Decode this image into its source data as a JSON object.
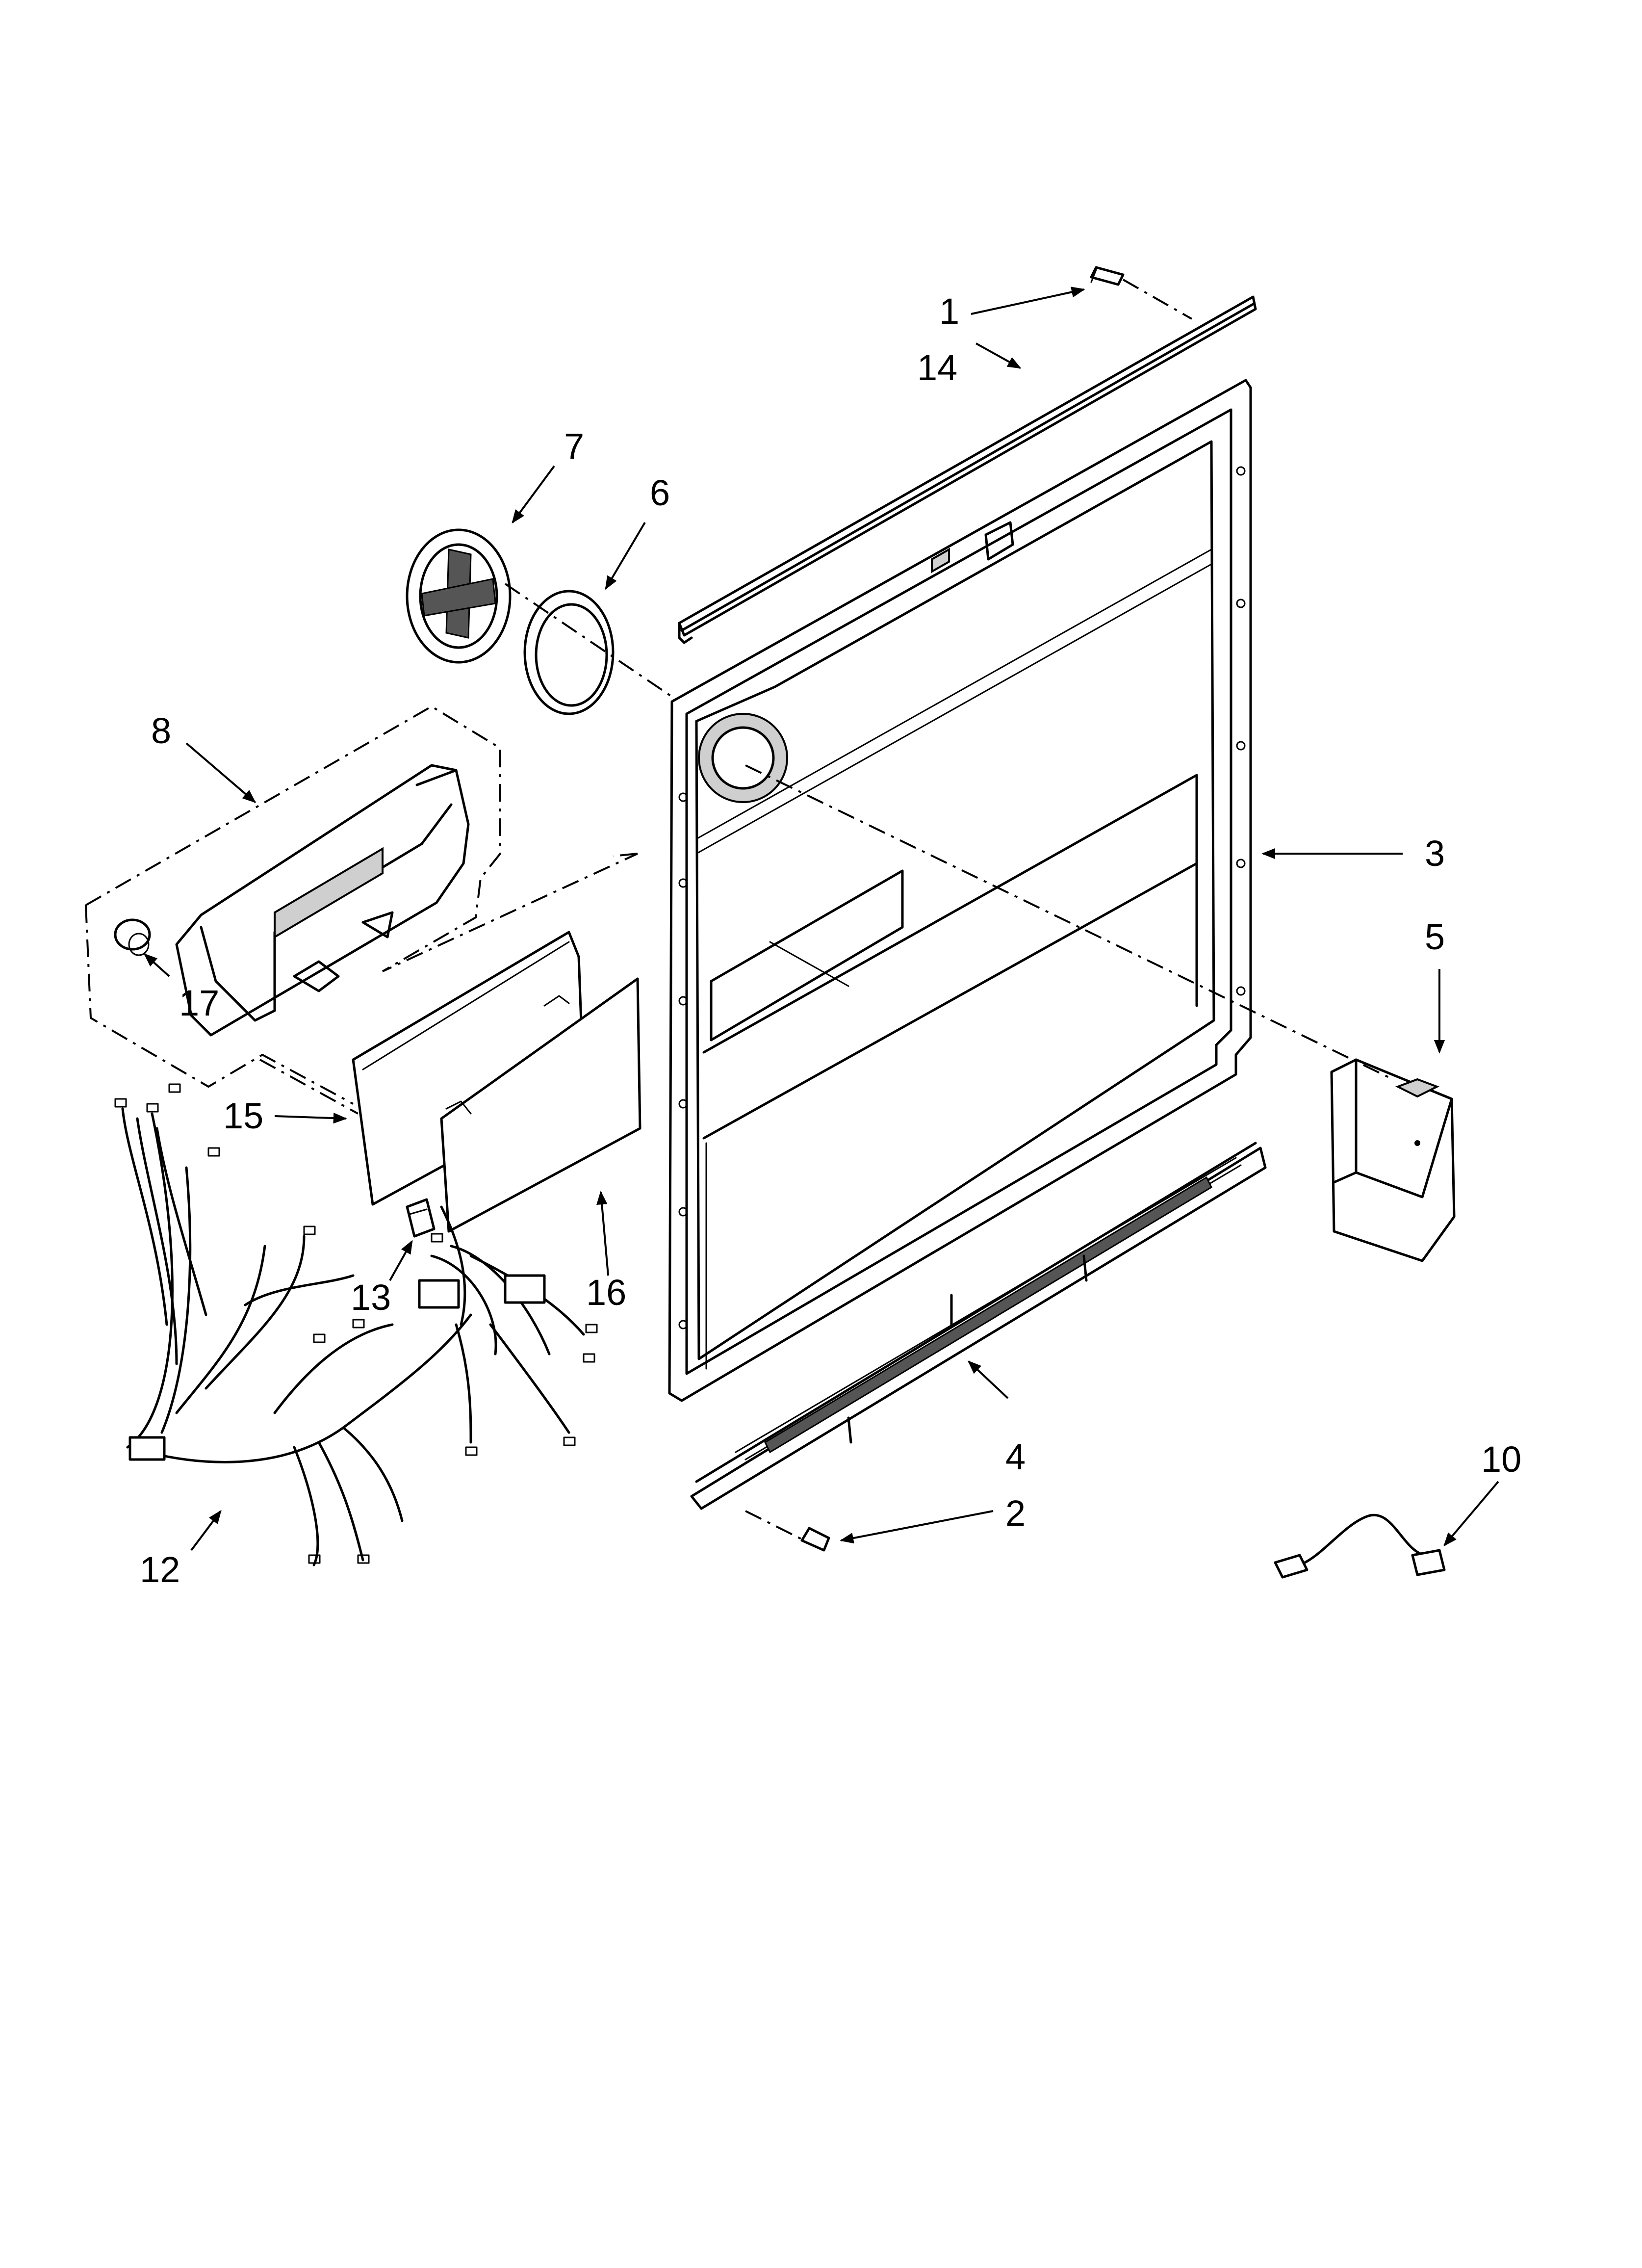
{
  "diagram": {
    "callouts": [
      {
        "id": "1",
        "label": "1"
      },
      {
        "id": "14",
        "label": "14"
      },
      {
        "id": "7",
        "label": "7"
      },
      {
        "id": "6",
        "label": "6"
      },
      {
        "id": "8",
        "label": "8"
      },
      {
        "id": "3",
        "label": "3"
      },
      {
        "id": "5",
        "label": "5"
      },
      {
        "id": "17",
        "label": "17"
      },
      {
        "id": "15",
        "label": "15"
      },
      {
        "id": "13",
        "label": "13"
      },
      {
        "id": "16",
        "label": "16"
      },
      {
        "id": "4",
        "label": "4"
      },
      {
        "id": "2",
        "label": "2"
      },
      {
        "id": "10",
        "label": "10"
      },
      {
        "id": "12",
        "label": "12"
      }
    ]
  }
}
